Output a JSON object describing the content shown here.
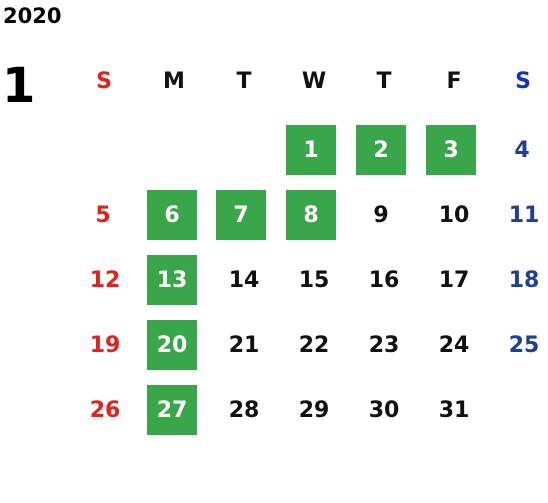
{
  "year": "2020",
  "month": "1",
  "weekdays": [
    "S",
    "M",
    "T",
    "W",
    "T",
    "F",
    "S"
  ],
  "colors": {
    "sunday": "#e3211d",
    "saturday": "#1f3e97",
    "highlight_bg": "#3aa64a",
    "highlight_fg": "#ffffff"
  },
  "weeks": [
    [
      null,
      null,
      null,
      "1",
      "2",
      "3",
      "4"
    ],
    [
      "5",
      "6",
      "7",
      "8",
      "9",
      "10",
      "11"
    ],
    [
      "12",
      "13",
      "14",
      "15",
      "16",
      "17",
      "18"
    ],
    [
      "19",
      "20",
      "21",
      "22",
      "23",
      "24",
      "25"
    ],
    [
      "26",
      "27",
      "28",
      "29",
      "30",
      "31",
      null
    ]
  ],
  "highlighted_days": [
    "1",
    "2",
    "3",
    "6",
    "7",
    "8",
    "13",
    "20",
    "27"
  ]
}
